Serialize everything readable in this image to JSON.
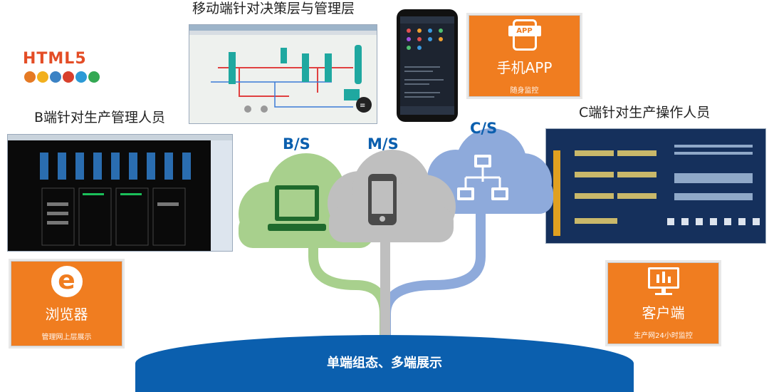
{
  "mobile_title": "移动端针对决策层与管理层",
  "b_title": "B端针对生产管理人员",
  "c_title": "C端针对生产操作人员",
  "html5_label": "HTML5",
  "protocols": {
    "bs": "B/S",
    "ms": "M/S",
    "cs": "C/S"
  },
  "app_box": {
    "badge": "APP",
    "label": "手机APP",
    "sub": "随身监控"
  },
  "browser_box": {
    "label": "浏览器",
    "sub": "管理网上层展示"
  },
  "client_box": {
    "label": "客户端",
    "sub": "生产网24小时监控"
  },
  "base_label": "单端组态、多端展示",
  "colors": {
    "orange": "#f07d20",
    "green": "#a8d08d",
    "gray": "#bfbfbf",
    "blue": "#8eaadb",
    "base": "#0b5fae"
  }
}
